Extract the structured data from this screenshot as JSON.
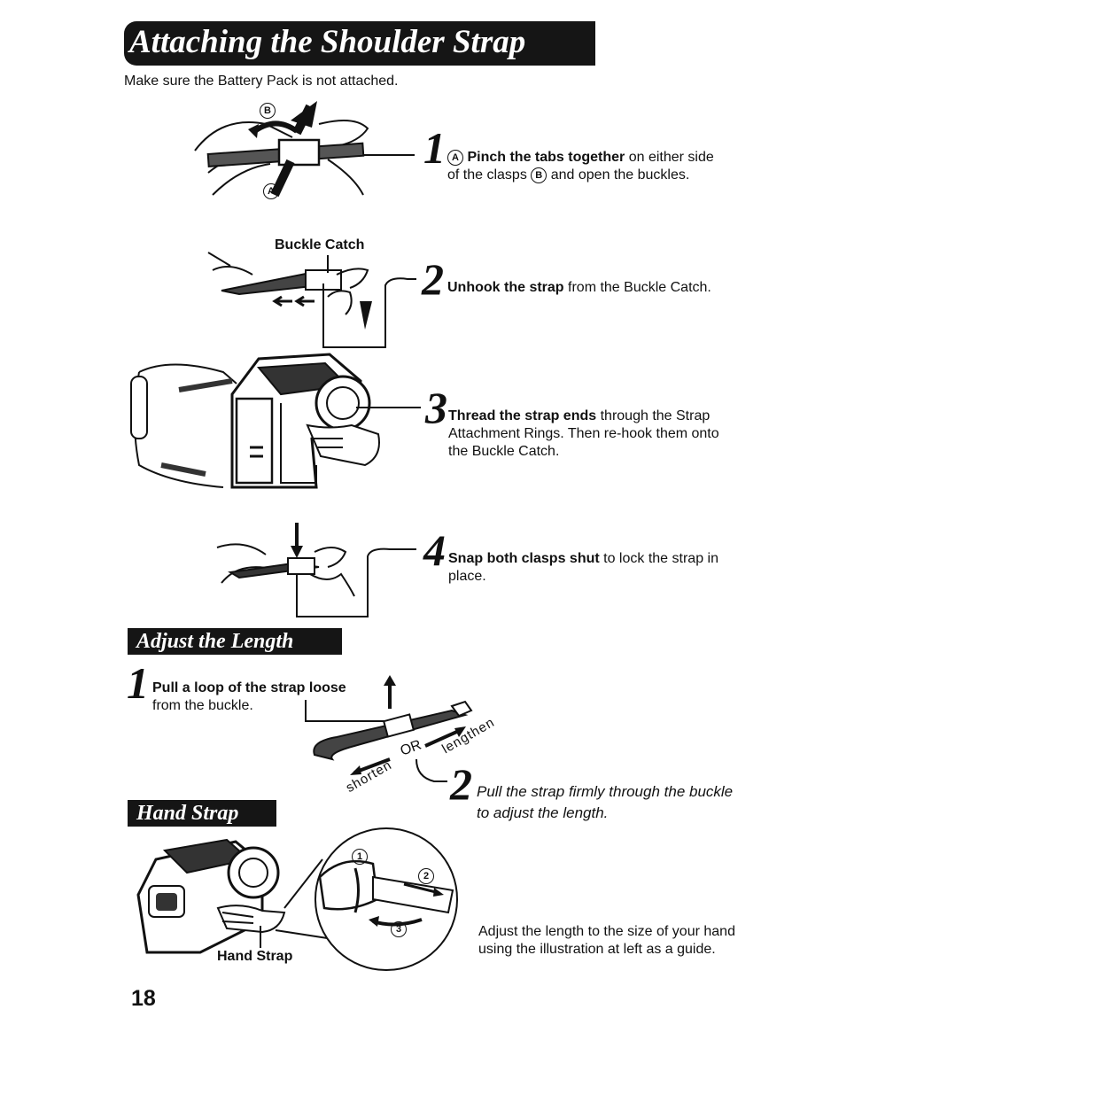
{
  "title": "Attaching the Shoulder Strap",
  "intro": "Make sure the Battery Pack is not attached.",
  "steps": [
    {
      "number": "1",
      "marker_a": "A",
      "bold": "Pinch the tabs together",
      "text_a": "on either side",
      "text_b": "of the clasps",
      "marker_b": "B",
      "text_c": "and open the buckles."
    },
    {
      "number": "2",
      "bold": "Unhook the strap",
      "text": "from the Buckle Catch."
    },
    {
      "number": "3",
      "bold": "Thread the strap ends",
      "line1": "through the Strap",
      "line2": "Attachment Rings. Then re-hook them onto",
      "line3": "the Buckle Catch."
    },
    {
      "number": "4",
      "bold": "Snap both clasps shut",
      "line1": "to lock the strap in",
      "line2": "place."
    }
  ],
  "illustration_labels": {
    "clasp_b": "B",
    "clasp_a": "A",
    "buckle_catch": "Buckle Catch"
  },
  "adjust": {
    "heading": "Adjust the Length",
    "step1_number": "1",
    "step1_bold": "Pull a loop of the strap loose",
    "step1_line2": "from the buckle.",
    "or": "OR",
    "lengthen": "lengthen",
    "shorten": "shorten",
    "step2_number": "2",
    "step2_line1": "Pull the strap firmly through the buckle",
    "step2_line2": "to adjust the length."
  },
  "hand_strap": {
    "heading": "Hand Strap",
    "label": "Hand Strap",
    "mark1": "1",
    "mark2": "2",
    "mark3": "3",
    "line1": "Adjust the length to the size of your hand",
    "line2": "using the illustration at left as a guide."
  },
  "page_number": "18",
  "icons": [
    "camcorder-illustration",
    "strap-illustration",
    "hand-illustration",
    "arrow-icon"
  ]
}
